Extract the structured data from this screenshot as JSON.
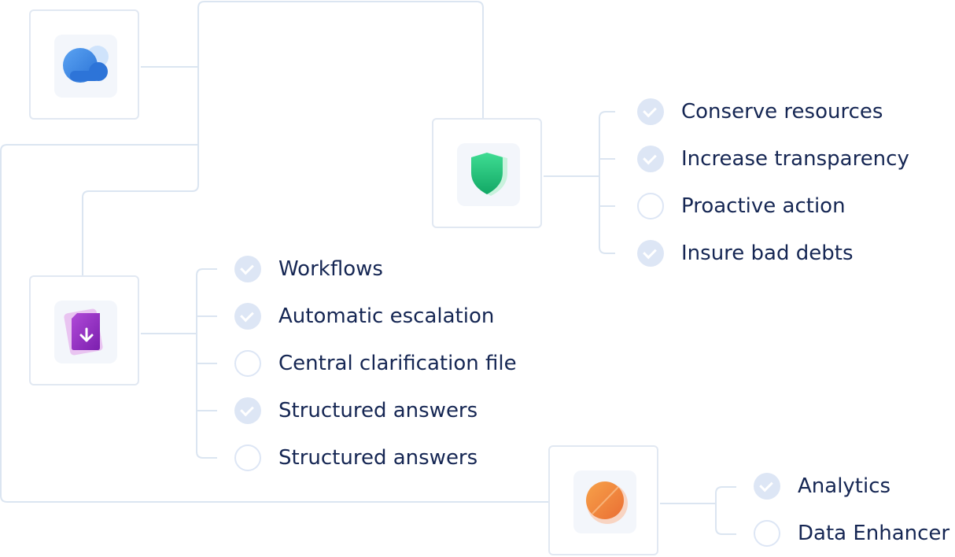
{
  "colors": {
    "connector": "#dbe5f1",
    "node_border": "#e1e8f2",
    "icon_tile_bg": "#f3f6fb",
    "check_fill": "#dde6f5",
    "label_text": "#152653"
  },
  "nodes": [
    {
      "id": "cloud",
      "icon": "cloud-icon",
      "items": []
    },
    {
      "id": "shield",
      "icon": "shield-icon",
      "items": [
        {
          "label": "Conserve resources",
          "checked": true
        },
        {
          "label": "Increase transparency",
          "checked": true
        },
        {
          "label": "Proactive action",
          "checked": false
        },
        {
          "label": "Insure bad debts",
          "checked": true
        }
      ]
    },
    {
      "id": "document",
      "icon": "document-download-icon",
      "items": [
        {
          "label": "Workflows",
          "checked": true
        },
        {
          "label": "Automatic escalation",
          "checked": true
        },
        {
          "label": "Central clarification file",
          "checked": false
        },
        {
          "label": "Structured answers",
          "checked": true
        },
        {
          "label": "Structured answers",
          "checked": false
        }
      ]
    },
    {
      "id": "circle",
      "icon": "orange-circle-icon",
      "items": [
        {
          "label": "Analytics",
          "checked": true
        },
        {
          "label": "Data Enhancer",
          "checked": false
        }
      ]
    }
  ]
}
